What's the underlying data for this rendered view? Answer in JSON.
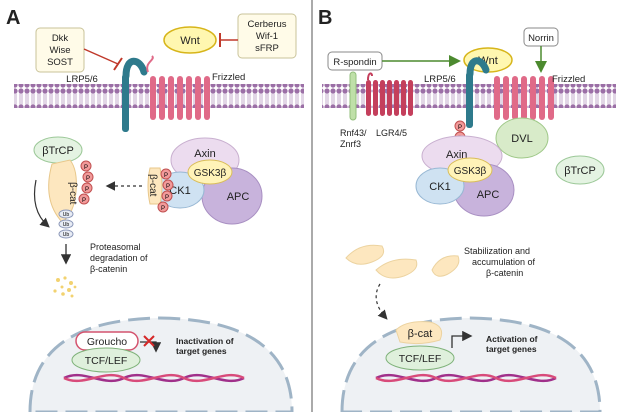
{
  "panel_a": {
    "letter": "A",
    "dkk": "Dkk",
    "wise": "Wise",
    "sost": "SOST",
    "wnt": "Wnt",
    "cerberus": "Cerberus",
    "wif1": "Wif-1",
    "sfrp": "sFRP",
    "lrp": "LRP5/6",
    "frizzled": "Frizzled",
    "btrcp": "βTrCP",
    "bcat": "β-cat",
    "p": "P",
    "ub": "Ub",
    "axin": "Axin",
    "gsk": "GSK3β",
    "ck1": "CK1",
    "apc": "APC",
    "degradation": [
      "Proteasomal",
      "degradation of",
      "β-catenin"
    ],
    "groucho": "Groucho",
    "tcf": "TCF/LEF",
    "outcome": [
      "Inactivation of",
      "target genes"
    ]
  },
  "panel_b": {
    "letter": "B",
    "rspondin": "R-spondin",
    "wnt": "Wnt",
    "norrin": "Norrin",
    "rnf": [
      "Rnf43/",
      "Znrf3"
    ],
    "lgr": "LGR4/5",
    "lrp": "LRP5/6",
    "frizzled": "Frizzled",
    "p": "P",
    "dvl": "DVL",
    "axin": "Axin",
    "gsk": "GSK3β",
    "ck1": "CK1",
    "apc": "APC",
    "btrcp": "βTrCP",
    "stabilization": [
      "Stabilization and",
      "accumulation of",
      "β-catenin"
    ],
    "bcat": "β-cat",
    "tcf": "TCF/LEF",
    "outcome": [
      "Activation of",
      "target genes"
    ]
  }
}
